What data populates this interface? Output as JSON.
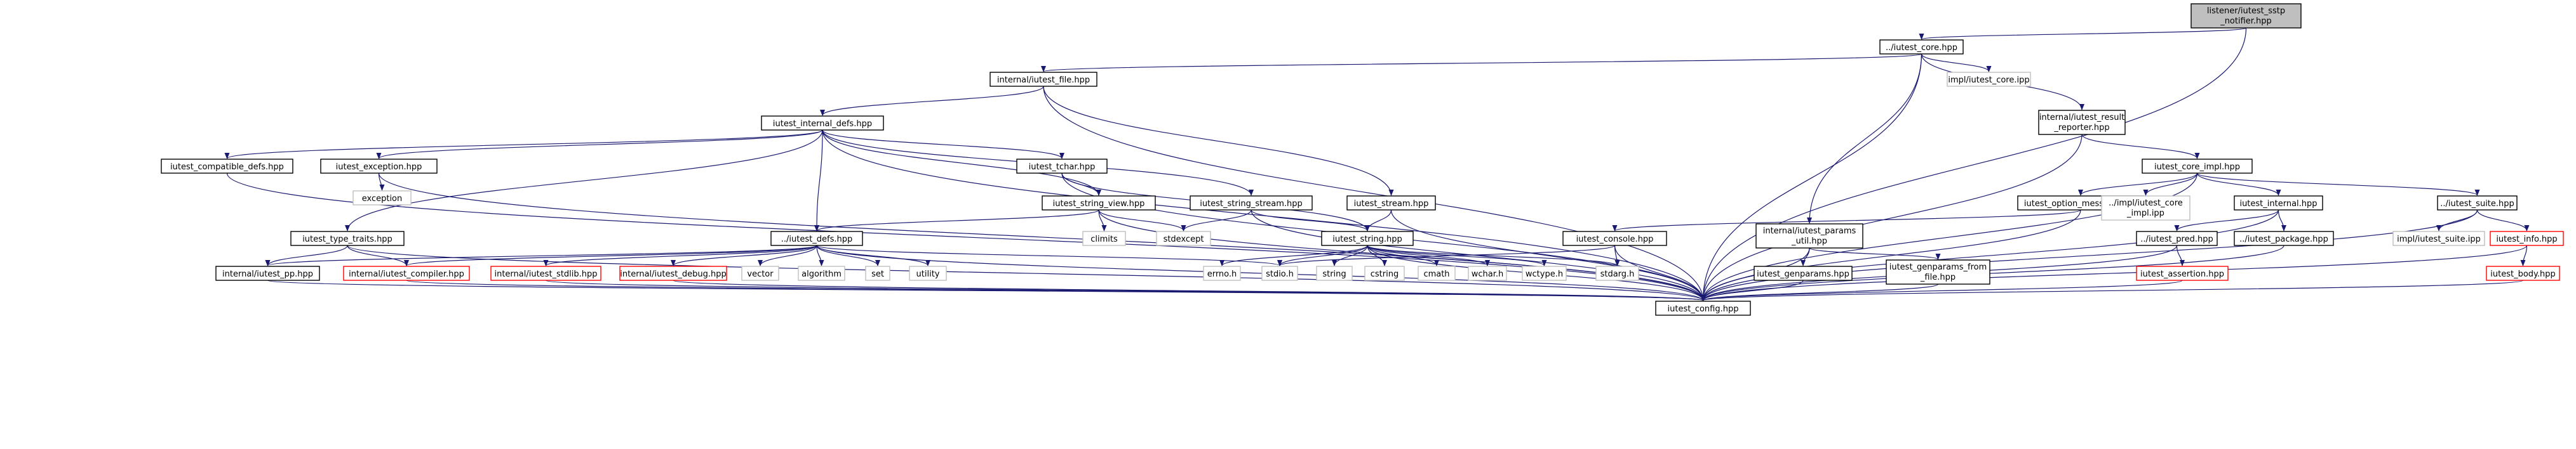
{
  "colors": {
    "node_fill": "#ffffff",
    "root_fill": "#bfbfbf",
    "doc_border": "#000000",
    "missing_border": "#ff0000",
    "std_border": "#bfbfbf",
    "edge": "#191970"
  },
  "nodes": {
    "root": [
      "listener/iutest_sstp",
      "_notifier.hpp"
    ],
    "core": [
      "../iutest_core.hpp"
    ],
    "file": [
      "internal/iutest_file.hpp"
    ],
    "coreipp": [
      "impl/iutest_core.ipp"
    ],
    "resrep": [
      "internal/iutest_result",
      "_reporter.hpp"
    ],
    "idefs": [
      "iutest_internal_defs.hpp"
    ],
    "compat": [
      "iutest_compatible_defs.hpp"
    ],
    "exc": [
      "iutest_exception.hpp"
    ],
    "exception": [
      "exception"
    ],
    "tchar": [
      "iutest_tchar.hpp"
    ],
    "sstream": [
      "iutest_string_stream.hpp"
    ],
    "stream": [
      "iutest_stream.hpp"
    ],
    "coreimpl": [
      "iutest_core_impl.hpp"
    ],
    "optmsg": [
      "iutest_option_message.hpp"
    ],
    "implcore": [
      "../impl/iutest_core",
      "_impl.ipp"
    ],
    "internal": [
      "iutest_internal.hpp"
    ],
    "suite": [
      "../iutest_suite.hpp"
    ],
    "svh": [
      "iutest_string_view.hpp"
    ],
    "climits": [
      "climits"
    ],
    "stdexcept": [
      "stdexcept"
    ],
    "console": [
      "iutest_console.hpp"
    ],
    "gpu": [
      "internal/iutest_params",
      "_util.hpp"
    ],
    "pred": [
      "../iutest_pred.hpp"
    ],
    "package": [
      "../iutest_package.hpp"
    ],
    "suiteipp": [
      "impl/iutest_suite.ipp"
    ],
    "info": [
      "iutest_info.hpp"
    ],
    "traits": [
      "iutest_type_traits.hpp"
    ],
    "defs": [
      "../iutest_defs.hpp"
    ],
    "string": [
      "iutest_string.hpp"
    ],
    "genparams": [
      "iutest_genparams.hpp"
    ],
    "genfile": [
      "iutest_genparams_from",
      "_file.hpp"
    ],
    "assertion": [
      "iutest_assertion.hpp"
    ],
    "body": [
      "iutest_body.hpp"
    ],
    "vector": [
      "vector"
    ],
    "algorithm": [
      "algorithm"
    ],
    "set": [
      "set"
    ],
    "utility": [
      "utility"
    ],
    "pp": [
      "internal/iutest_pp.hpp"
    ],
    "compiler": [
      "internal/iutest_compiler.hpp"
    ],
    "stdlib": [
      "internal/iutest_stdlib.hpp"
    ],
    "debug": [
      "internal/iutest_debug.hpp"
    ],
    "errno": [
      "errno.h"
    ],
    "stdio": [
      "stdio.h"
    ],
    "strng": [
      "string"
    ],
    "cstring": [
      "cstring"
    ],
    "cmath": [
      "cmath"
    ],
    "wchar": [
      "wchar.h"
    ],
    "wctype": [
      "wctype.h"
    ],
    "stdarg": [
      "stdarg.h"
    ],
    "config": [
      "iutest_config.hpp"
    ]
  }
}
